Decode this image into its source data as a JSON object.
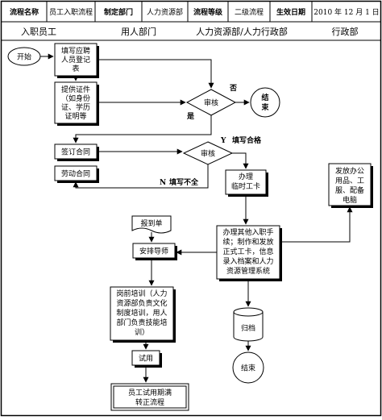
{
  "header": {
    "cells": [
      {
        "text": "流程名称",
        "bold": true
      },
      {
        "text": "员工入职流程",
        "bold": false
      },
      {
        "text": "制定部门",
        "bold": true
      },
      {
        "text": "人力资源部",
        "bold": false
      },
      {
        "text": "流程等级",
        "bold": true
      },
      {
        "text": "二级流程",
        "bold": false
      },
      {
        "text": "生效日期",
        "bold": true
      },
      {
        "text": "2010 年 12 月 1 日",
        "bold": false
      }
    ]
  },
  "lanes": [
    {
      "label": "入职员工"
    },
    {
      "label": "用人部门"
    },
    {
      "label": "人力资源部/人力行政部"
    },
    {
      "label": "行政部"
    }
  ],
  "nodes": {
    "start": {
      "lines": [
        "开始"
      ]
    },
    "fill_form": {
      "lines": [
        "填写应聘",
        "人员登记",
        "表"
      ]
    },
    "provide_docs": {
      "lines": [
        "提供证件",
        "（如身份",
        "证、学历",
        "证明等"
      ]
    },
    "review1": {
      "lines": [
        "审核"
      ]
    },
    "end1": {
      "lines": [
        "结",
        "束"
      ]
    },
    "sign_contract": {
      "lines": [
        "签订合同"
      ]
    },
    "review2": {
      "lines": [
        "审核"
      ]
    },
    "labor_contract": {
      "lines": [
        "劳动合同"
      ]
    },
    "timecard": {
      "lines": [
        "办理",
        "临时工卡"
      ]
    },
    "issue_supplies": {
      "lines": [
        "发放办公",
        "用品、工",
        "服、配备",
        "电脑"
      ]
    },
    "report": {
      "lines": [
        "报到单"
      ]
    },
    "arrange_mentor": {
      "lines": [
        "安排导师"
      ]
    },
    "onboarding": {
      "lines": [
        "办理其他入职手",
        "续；制作和发放",
        "正式工卡，信息",
        "录入档案和人力",
        "资源管理系统"
      ]
    },
    "training": {
      "lines": [
        "岗前培训（人力",
        "资源部负责文化",
        "制度培训，用人",
        "部门负责技能培",
        "训）"
      ]
    },
    "archive": {
      "lines": [
        "归档"
      ]
    },
    "probation": {
      "lines": [
        "试用"
      ]
    },
    "end2": {
      "lines": [
        "结束"
      ]
    },
    "regularize": {
      "lines": [
        "员工试用期满",
        "转正流程"
      ]
    }
  },
  "edge_labels": {
    "no": "否",
    "yes": "是",
    "y": "Y",
    "pass": "填写合格",
    "n": "N",
    "fail": "填写不全"
  }
}
